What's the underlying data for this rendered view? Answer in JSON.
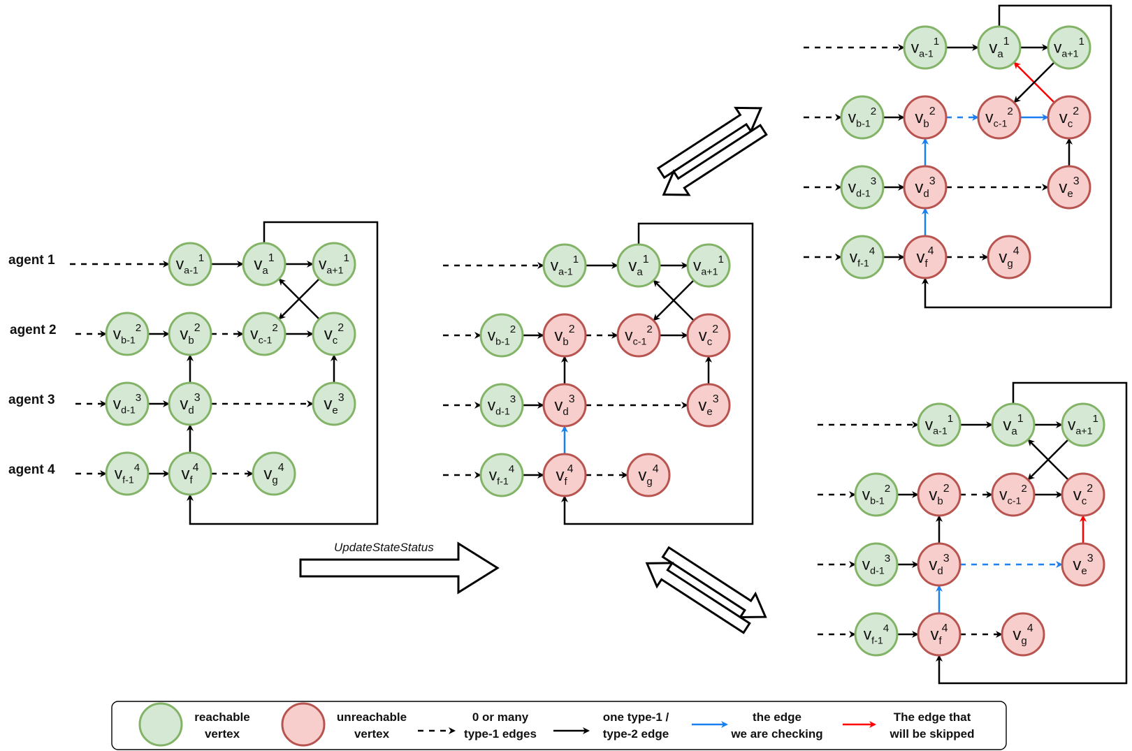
{
  "colors": {
    "reachable_fill": "#d5e8d4",
    "reachable_stroke": "#82b366",
    "unreachable_fill": "#f8cecc",
    "unreachable_stroke": "#b85450",
    "edge": "#000000",
    "checking_edge": "#1a7ff0",
    "skipped_edge": "#ff0000"
  },
  "agents": [
    "agent 1",
    "agent 2",
    "agent 3",
    "agent 4"
  ],
  "operation_label": "UpdateStateStatus",
  "legend": {
    "reachable": [
      "reachable",
      "vertex"
    ],
    "unreachable": [
      "unreachable",
      "vertex"
    ],
    "dashed": [
      "0 or many",
      "type-1 edges"
    ],
    "solid": [
      "one type-1 /",
      "type-2 edge"
    ],
    "checking": [
      "the edge",
      "we are checking"
    ],
    "skipped": [
      "The edge that",
      "will be skipped"
    ]
  },
  "panels": [
    {
      "id": "initial",
      "nodes": {
        "va1": {
          "base": "v",
          "sub": "a-1",
          "sup": "1",
          "state": "reachable"
        },
        "va": {
          "base": "v",
          "sub": "a",
          "sup": "1",
          "state": "reachable"
        },
        "vap": {
          "base": "v",
          "sub": "a+1",
          "sup": "1",
          "state": "reachable"
        },
        "vb1": {
          "base": "v",
          "sub": "b-1",
          "sup": "2",
          "state": "reachable"
        },
        "vb": {
          "base": "v",
          "sub": "b",
          "sup": "2",
          "state": "reachable"
        },
        "vc1": {
          "base": "v",
          "sub": "c-1",
          "sup": "2",
          "state": "reachable"
        },
        "vc": {
          "base": "v",
          "sub": "c",
          "sup": "2",
          "state": "reachable"
        },
        "vd1": {
          "base": "v",
          "sub": "d-1",
          "sup": "3",
          "state": "reachable"
        },
        "vd": {
          "base": "v",
          "sub": "d",
          "sup": "3",
          "state": "reachable"
        },
        "ve": {
          "base": "v",
          "sub": "e",
          "sup": "3",
          "state": "reachable"
        },
        "vf1": {
          "base": "v",
          "sub": "f-1",
          "sup": "4",
          "state": "reachable"
        },
        "vf": {
          "base": "v",
          "sub": "f",
          "sup": "4",
          "state": "reachable"
        },
        "vg": {
          "base": "v",
          "sub": "g",
          "sup": "4",
          "state": "reachable"
        }
      },
      "edges": {
        "vf_vd": "solid",
        "vd_vb": "solid",
        "ve_vc": "solid",
        "vb_vc1": "dashed",
        "vd_ve": "dashed",
        "vc_va": "solid",
        "vap_vc1": "solid"
      }
    },
    {
      "id": "updated",
      "nodes": {
        "va1": {
          "base": "v",
          "sub": "a-1",
          "sup": "1",
          "state": "reachable"
        },
        "va": {
          "base": "v",
          "sub": "a",
          "sup": "1",
          "state": "reachable"
        },
        "vap": {
          "base": "v",
          "sub": "a+1",
          "sup": "1",
          "state": "reachable"
        },
        "vb1": {
          "base": "v",
          "sub": "b-1",
          "sup": "2",
          "state": "reachable"
        },
        "vb": {
          "base": "v",
          "sub": "b",
          "sup": "2",
          "state": "unreachable"
        },
        "vc1": {
          "base": "v",
          "sub": "c-1",
          "sup": "2",
          "state": "unreachable"
        },
        "vc": {
          "base": "v",
          "sub": "c",
          "sup": "2",
          "state": "unreachable"
        },
        "vd1": {
          "base": "v",
          "sub": "d-1",
          "sup": "3",
          "state": "reachable"
        },
        "vd": {
          "base": "v",
          "sub": "d",
          "sup": "3",
          "state": "unreachable"
        },
        "ve": {
          "base": "v",
          "sub": "e",
          "sup": "3",
          "state": "unreachable"
        },
        "vf1": {
          "base": "v",
          "sub": "f-1",
          "sup": "4",
          "state": "reachable"
        },
        "vf": {
          "base": "v",
          "sub": "f",
          "sup": "4",
          "state": "unreachable"
        },
        "vg": {
          "base": "v",
          "sub": "g",
          "sup": "4",
          "state": "unreachable"
        }
      },
      "edges": {
        "vf_vd": "checking",
        "vd_vb": "solid",
        "ve_vc": "solid",
        "vb_vc1": "dashed",
        "vd_ve": "dashed",
        "vc_va": "solid",
        "vap_vc1": "solid"
      }
    },
    {
      "id": "top-right",
      "nodes": {
        "va1": {
          "base": "v",
          "sub": "a-1",
          "sup": "1",
          "state": "reachable"
        },
        "va": {
          "base": "v",
          "sub": "a",
          "sup": "1",
          "state": "reachable"
        },
        "vap": {
          "base": "v",
          "sub": "a+1",
          "sup": "1",
          "state": "reachable"
        },
        "vb1": {
          "base": "v",
          "sub": "b-1",
          "sup": "2",
          "state": "reachable"
        },
        "vb": {
          "base": "v",
          "sub": "b",
          "sup": "2",
          "state": "unreachable"
        },
        "vc1": {
          "base": "v",
          "sub": "c-1",
          "sup": "2",
          "state": "unreachable"
        },
        "vc": {
          "base": "v",
          "sub": "c",
          "sup": "2",
          "state": "unreachable"
        },
        "vd1": {
          "base": "v",
          "sub": "d-1",
          "sup": "3",
          "state": "reachable"
        },
        "vd": {
          "base": "v",
          "sub": "d",
          "sup": "3",
          "state": "unreachable"
        },
        "ve": {
          "base": "v",
          "sub": "e",
          "sup": "3",
          "state": "unreachable"
        },
        "vf1": {
          "base": "v",
          "sub": "f-1",
          "sup": "4",
          "state": "reachable"
        },
        "vf": {
          "base": "v",
          "sub": "f",
          "sup": "4",
          "state": "unreachable"
        },
        "vg": {
          "base": "v",
          "sub": "g",
          "sup": "4",
          "state": "unreachable"
        }
      },
      "edges": {
        "vf_vd": "checking",
        "vd_vb": "checking",
        "ve_vc": "solid",
        "vb_vc1": "checking-dashed",
        "vc1_vc": "checking",
        "vd_ve": "dashed",
        "vc_va": "skipped",
        "vap_vc1": "solid"
      }
    },
    {
      "id": "bottom-right",
      "nodes": {
        "va1": {
          "base": "v",
          "sub": "a-1",
          "sup": "1",
          "state": "reachable"
        },
        "va": {
          "base": "v",
          "sub": "a",
          "sup": "1",
          "state": "reachable"
        },
        "vap": {
          "base": "v",
          "sub": "a+1",
          "sup": "1",
          "state": "reachable"
        },
        "vb1": {
          "base": "v",
          "sub": "b-1",
          "sup": "2",
          "state": "reachable"
        },
        "vb": {
          "base": "v",
          "sub": "b",
          "sup": "2",
          "state": "unreachable"
        },
        "vc1": {
          "base": "v",
          "sub": "c-1",
          "sup": "2",
          "state": "unreachable"
        },
        "vc": {
          "base": "v",
          "sub": "c",
          "sup": "2",
          "state": "unreachable"
        },
        "vd1": {
          "base": "v",
          "sub": "d-1",
          "sup": "3",
          "state": "reachable"
        },
        "vd": {
          "base": "v",
          "sub": "d",
          "sup": "3",
          "state": "unreachable"
        },
        "ve": {
          "base": "v",
          "sub": "e",
          "sup": "3",
          "state": "unreachable"
        },
        "vf1": {
          "base": "v",
          "sub": "f-1",
          "sup": "4",
          "state": "reachable"
        },
        "vf": {
          "base": "v",
          "sub": "f",
          "sup": "4",
          "state": "unreachable"
        },
        "vg": {
          "base": "v",
          "sub": "g",
          "sup": "4",
          "state": "unreachable"
        }
      },
      "edges": {
        "vf_vd": "checking",
        "vd_vb": "solid",
        "ve_vc": "skipped",
        "vb_vc1": "dashed",
        "vd_ve": "checking-dashed",
        "vc_va": "solid",
        "vap_vc1": "solid"
      }
    }
  ]
}
